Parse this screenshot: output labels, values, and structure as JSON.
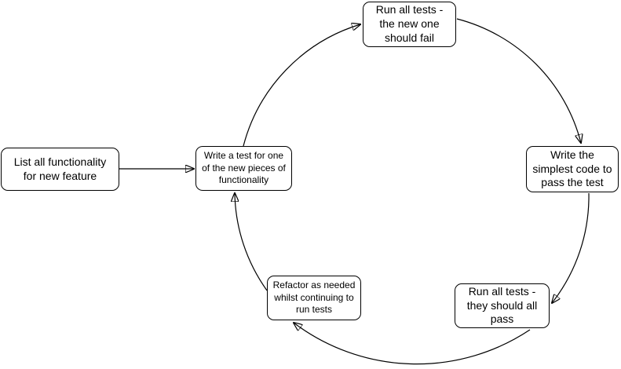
{
  "diagram": {
    "background_color": "#ffffff",
    "node_fill_color": "#ffffff",
    "stroke_color": "#000000",
    "text_color": "#000000",
    "nodes": [
      {
        "id": "list-functionality",
        "label": "List all functionality\nfor new feature"
      },
      {
        "id": "write-test",
        "label": "Write a test for one\nof the new pieces of\nfunctionality"
      },
      {
        "id": "run-tests-fail",
        "label": "Run all tests -\nthe new one\nshould fail"
      },
      {
        "id": "write-simplest-code",
        "label": "Write the\nsimplest code to\npass the test"
      },
      {
        "id": "run-tests-pass",
        "label": "Run all tests -\nthey should all\npass"
      },
      {
        "id": "refactor",
        "label": "Refactor as needed\nwhilst continuing to\nrun tests"
      }
    ],
    "edges": [
      {
        "from": "list-functionality",
        "to": "write-test"
      },
      {
        "from": "write-test",
        "to": "run-tests-fail"
      },
      {
        "from": "run-tests-fail",
        "to": "write-simplest-code"
      },
      {
        "from": "write-simplest-code",
        "to": "run-tests-pass"
      },
      {
        "from": "run-tests-pass",
        "to": "refactor"
      },
      {
        "from": "refactor",
        "to": "write-test"
      }
    ]
  }
}
